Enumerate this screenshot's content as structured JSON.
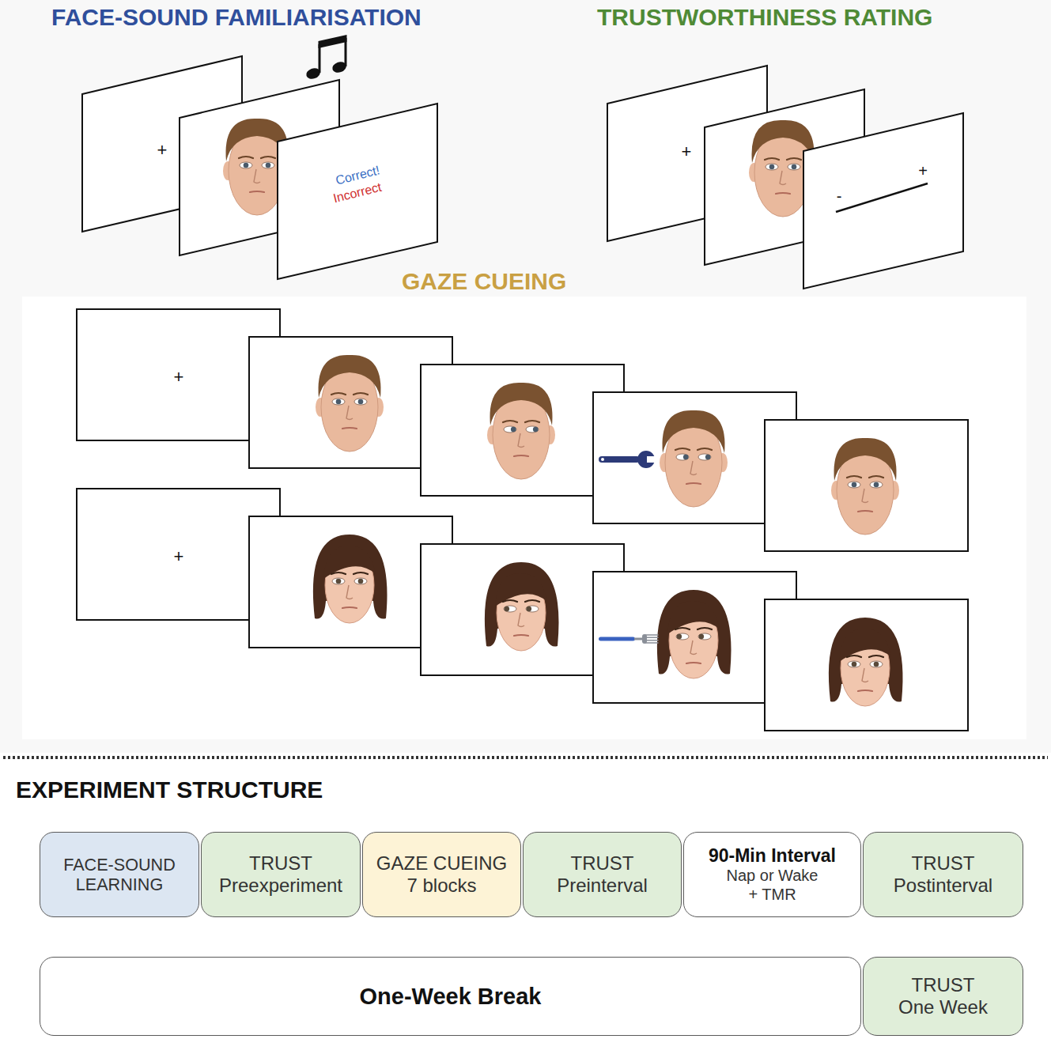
{
  "diagram": {
    "nodes": [
      {
        "text": [
          "+"
        ]
      },
      {
        "text": [
          "Correct!",
          "Incorrect"
        ]
      },
      {
        "text": [
          "+"
        ]
      },
      {
        "text": [
          "-",
          "+"
        ]
      },
      {
        "text": [
          "+"
        ]
      },
      {
        "text": [
          "+"
        ]
      },
      {
        "text": [
          "FACE-SOUND LEARNING"
        ]
      },
      {
        "text": [
          "TRUST",
          "Preexperiment"
        ]
      },
      {
        "text": [
          "GAZE CUEING",
          "7 blocks"
        ]
      },
      {
        "text": [
          "TRUST",
          "Preinterval"
        ]
      },
      {
        "text": [
          "90-Min Interval",
          "Nap or Wake + TMR"
        ]
      },
      {
        "text": [
          "TRUST",
          "Postinterval"
        ]
      },
      {
        "text": [
          "One-Week Break"
        ]
      },
      {
        "text": [
          "TRUST",
          "One Week"
        ]
      }
    ],
    "labels": [
      "FACE-SOUND FAMILIARISATION",
      "TRUSTWORTHINESS RATING",
      "GAZE CUEING",
      "EXPERIMENT STRUCTURE"
    ]
  }
}
